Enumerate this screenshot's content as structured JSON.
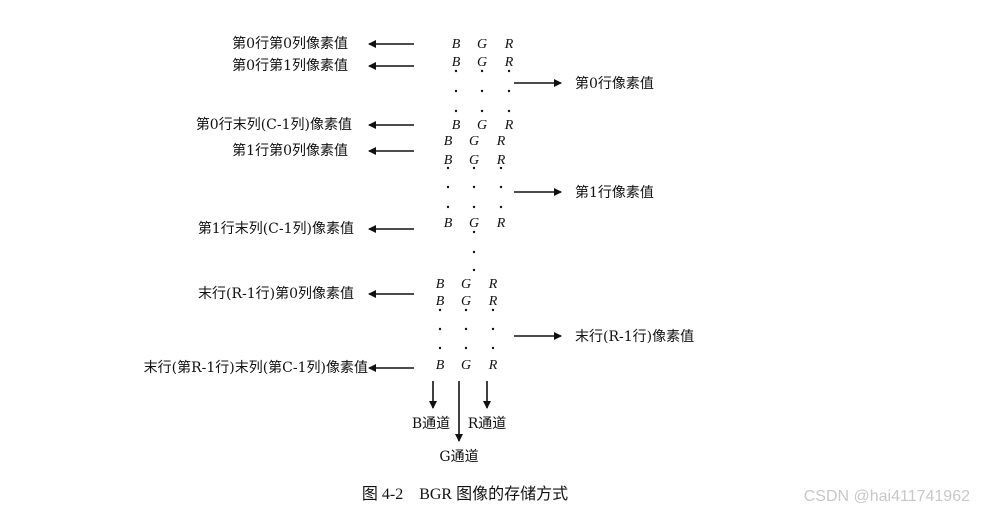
{
  "labels": {
    "row0_col0": "第0行第0列像素值",
    "row0_col1": "第0行第1列像素值",
    "row0_last": "第0行末列(C-1列)像素值",
    "row1_col0": "第1行第0列像素值",
    "row1_last": "第1行末列(C-1列)像素值",
    "last_row_col0": "末行(R-1行)第0列像素值",
    "last_row_last": "末行(第R-1行)末列(第C-1列)像素值",
    "row0_group": "第0行像素值",
    "row1_group": "第1行像素值",
    "last_row_group": "末行(R-1行)像素值"
  },
  "channels": {
    "b": "B",
    "g": "G",
    "r": "R"
  },
  "channel_names": {
    "b": "B通道",
    "g": "G通道",
    "r": "R通道"
  },
  "caption": "图 4-2　BGR 图像的存储方式",
  "watermark": "CSDN @hai411741962"
}
